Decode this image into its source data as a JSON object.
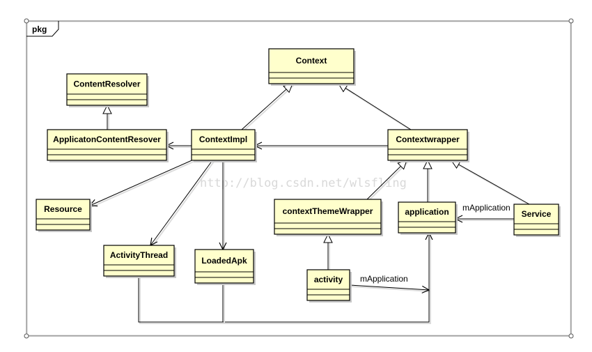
{
  "package": {
    "name": "pkg"
  },
  "watermark": "http://blog.csdn.net/wlsfling",
  "colors": {
    "class_fill": "#ffffcc",
    "class_stroke": "#000000",
    "shadow": "#c8c8c8",
    "line": "#000000"
  },
  "classes": [
    {
      "id": "context",
      "name": "Context"
    },
    {
      "id": "contentresolver",
      "name": "ContentResolver"
    },
    {
      "id": "applicatoncontentresover",
      "name": "ApplicatonContentResover"
    },
    {
      "id": "contextimpl",
      "name": "ContextImpl"
    },
    {
      "id": "contextwrapper",
      "name": "Contextwrapper"
    },
    {
      "id": "resource",
      "name": "Resource"
    },
    {
      "id": "contextthemewrapper",
      "name": "contextThemeWrapper"
    },
    {
      "id": "application",
      "name": "application"
    },
    {
      "id": "service",
      "name": "Service"
    },
    {
      "id": "activitythread",
      "name": "ActivityThread"
    },
    {
      "id": "loadedapk",
      "name": "LoadedApk"
    },
    {
      "id": "activity",
      "name": "activity"
    }
  ],
  "relationships": [
    {
      "type": "generalization",
      "from": "applicatoncontentresover",
      "to": "contentresolver"
    },
    {
      "type": "generalization",
      "from": "contextimpl",
      "to": "context"
    },
    {
      "type": "generalization",
      "from": "contextwrapper",
      "to": "context"
    },
    {
      "type": "generalization",
      "from": "contextthemewrapper",
      "to": "contextwrapper"
    },
    {
      "type": "generalization",
      "from": "application",
      "to": "contextwrapper"
    },
    {
      "type": "generalization",
      "from": "service",
      "to": "contextwrapper"
    },
    {
      "type": "generalization",
      "from": "activity",
      "to": "contextthemewrapper"
    },
    {
      "type": "association",
      "from": "contextwrapper",
      "to": "contextimpl"
    },
    {
      "type": "association",
      "from": "contextimpl",
      "to": "applicatoncontentresover"
    },
    {
      "type": "association",
      "from": "contextimpl",
      "to": "resource"
    },
    {
      "type": "association",
      "from": "contextimpl",
      "to": "activitythread"
    },
    {
      "type": "association",
      "from": "contextimpl",
      "to": "loadedapk"
    },
    {
      "type": "association",
      "from": "service",
      "to": "application",
      "label": "mApplication"
    },
    {
      "type": "association",
      "from": "activity",
      "to": "application",
      "label": "mApplication"
    },
    {
      "type": "association",
      "from": "activitythread",
      "to": "application"
    },
    {
      "type": "association",
      "from": "loadedapk",
      "to": "application"
    }
  ]
}
